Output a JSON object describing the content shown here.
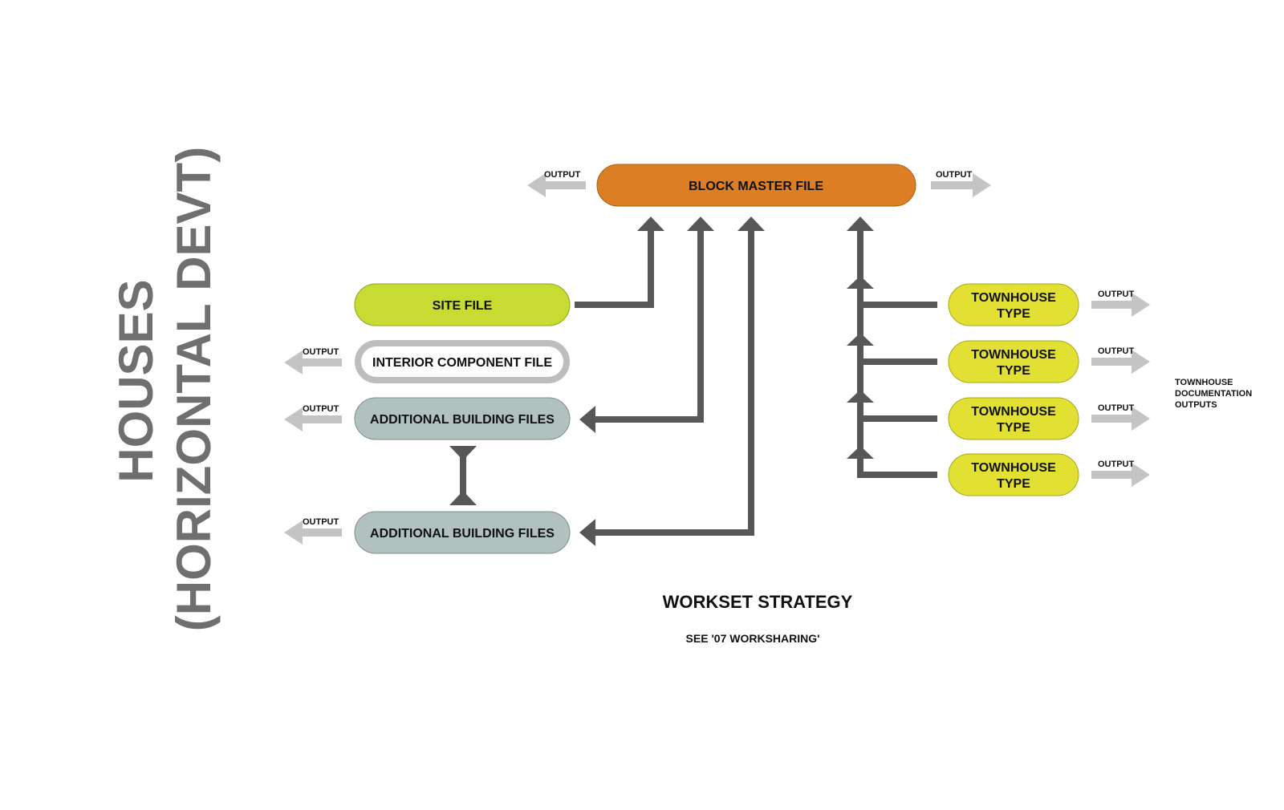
{
  "colors": {
    "block_master": "#dc7f24",
    "site_file": "#c6dc32",
    "interior_border": "#bdbdbd",
    "additional": "#b1c1bf",
    "townhouse": "#e2e032",
    "connector": "#575757",
    "output_arrow": "#c4c4c4",
    "side_title": "#6f6f6f"
  },
  "side_title": {
    "line1": "HOUSES",
    "line2": "(HORIZONTAL DEVT)"
  },
  "nodes": {
    "block_master": "BLOCK MASTER FILE",
    "site_file": "SITE FILE",
    "interior_component": "INTERIOR COMPONENT FILE",
    "additional_1": "ADDITIONAL BUILDING FILES",
    "additional_2": "ADDITIONAL BUILDING FILES",
    "townhouse": [
      {
        "line1": "TOWNHOUSE",
        "line2": "TYPE"
      },
      {
        "line1": "TOWNHOUSE",
        "line2": "TYPE"
      },
      {
        "line1": "TOWNHOUSE",
        "line2": "TYPE"
      },
      {
        "line1": "TOWNHOUSE",
        "line2": "TYPE"
      }
    ]
  },
  "output_label": "OUTPUT",
  "townhouse_outputs": {
    "line1": "TOWNHOUSE",
    "line2": "DOCUMENTATION",
    "line3": "OUTPUTS"
  },
  "footer": {
    "title": "WORKSET STRATEGY",
    "subtitle": "SEE '07 WORKSHARING'"
  }
}
